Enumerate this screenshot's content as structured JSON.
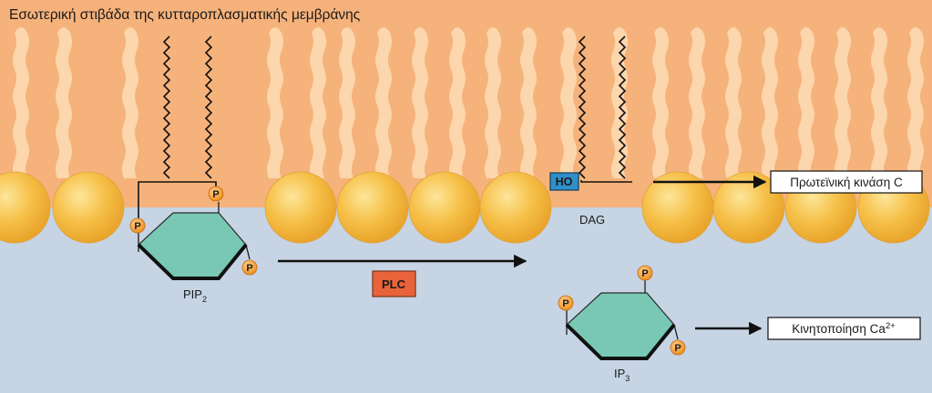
{
  "membrane_title": "Εσωτερική στιβάδα της κυτταροπλασματικής μεμβράνης",
  "colors": {
    "membrane": "#f6b27b",
    "cytoplasm": "#c6d4e4",
    "tail_pale": "#fcd6ac",
    "head_sphere": "#f6c048",
    "inositol_ring": "#78c8b4",
    "phosphate": "#f39a2a",
    "plc_box": "#e8633a",
    "ho_box": "#2e8fc9"
  },
  "phosphate_symbol": "P",
  "pip2": {
    "base": "PIP",
    "sub": "2"
  },
  "plc": "PLC",
  "dag": {
    "label": "DAG",
    "hydroxyl": "HO"
  },
  "ip3": {
    "base": "IP",
    "sub": "3"
  },
  "outcomes": {
    "pkc": "Πρωτεϊνική κινάση C",
    "calcium": {
      "text": "Κινητοποίηση Ca",
      "sup": "2+"
    }
  }
}
